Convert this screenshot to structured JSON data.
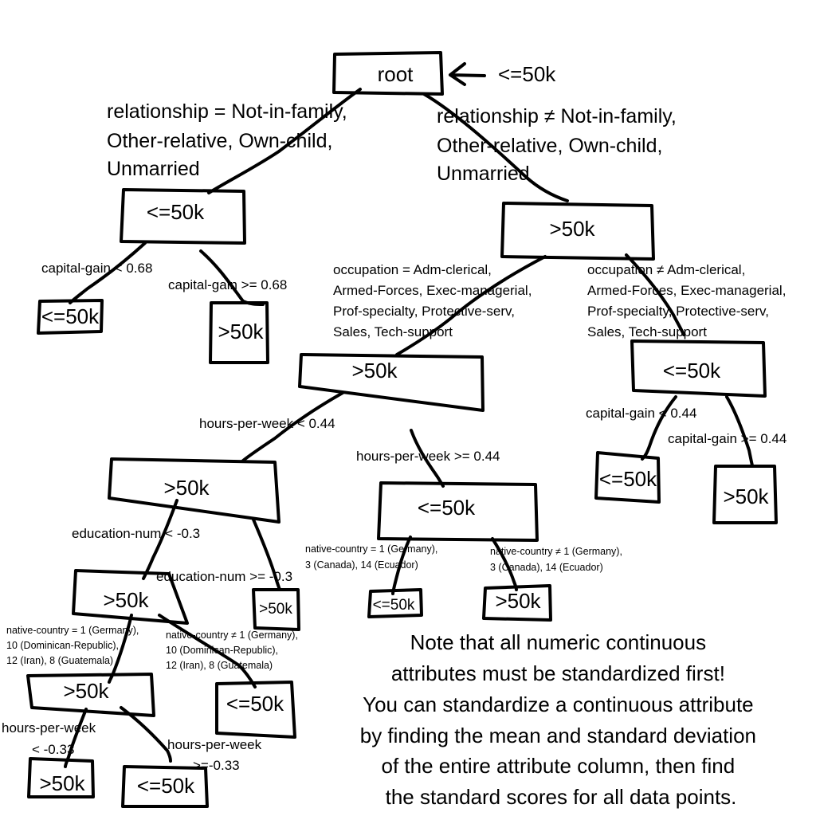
{
  "root": {
    "label": "root",
    "arrow_label": "<=50k"
  },
  "n_left": {
    "condition": [
      "relationship = Not-in-family,",
      "Other-relative, Own-child,",
      "Unmarried"
    ],
    "label": "<=50k"
  },
  "n_left_left": {
    "condition": "capital-gain < 0.68",
    "label": "<=50k"
  },
  "n_left_right": {
    "condition": "capital-gain >= 0.68",
    "label": ">50k"
  },
  "n_right": {
    "condition": [
      "relationship ≠ Not-in-family,",
      "Other-relative, Own-child,",
      "Unmarried"
    ],
    "label": ">50k"
  },
  "n_occ_in": {
    "condition": [
      "occupation = Adm-clerical,",
      "Armed-Forces, Exec-managerial,",
      "Prof-specialty, Protective-serv,",
      "Sales, Tech-support"
    ],
    "label": ">50k"
  },
  "n_occ_out": {
    "condition": [
      "occupation ≠ Adm-clerical,",
      "Armed-Forces, Exec-managerial,",
      "Prof-specialty, Protective-serv,",
      "Sales, Tech-support"
    ],
    "label": "<=50k"
  },
  "n_occ_out_left": {
    "condition": "capital-gain < 0.44",
    "label": "<=50k"
  },
  "n_occ_out_right": {
    "condition": "capital-gain >= 0.44",
    "label": ">50k"
  },
  "n_hpw_low": {
    "condition": "hours-per-week < 0.44",
    "label": ">50k"
  },
  "n_hpw_high": {
    "condition": "hours-per-week >= 0.44",
    "label": "<=50k"
  },
  "n_hpw_high_left": {
    "condition": [
      "native-country = 1 (Germany),",
      "3 (Canada), 14 (Ecuador)"
    ],
    "label": "<=50k"
  },
  "n_hpw_high_right": {
    "condition": [
      "native-country ≠ 1 (Germany),",
      "3 (Canada), 14 (Ecuador)"
    ],
    "label": ">50k"
  },
  "n_edu_low": {
    "condition": "education-num < -0.3",
    "label": ">50k"
  },
  "n_edu_high": {
    "condition": "education-num >= -0.3",
    "label": ">50k"
  },
  "n_nc_in": {
    "condition": [
      "native-country = 1 (Germany),",
      "10 (Dominican-Republic),",
      "12 (Iran), 8 (Guatemala)"
    ],
    "label": ">50k"
  },
  "n_nc_out": {
    "condition": [
      "native-country ≠ 1 (Germany),",
      "10 (Dominican-Republic),",
      "12 (Iran), 8 (Guatemala)"
    ],
    "label": "<=50k"
  },
  "n_nc_in_left": {
    "condition": [
      "hours-per-week",
      "< -0.33"
    ],
    "label": ">50k"
  },
  "n_nc_in_right": {
    "condition": [
      "hours-per-week",
      ">=-0.33"
    ],
    "label": "<=50k"
  },
  "note": [
    "Note that all numeric continuous",
    "attributes must be standardized first!",
    "You can standardize a continuous attribute",
    "by finding the mean and standard deviation",
    "of the entire attribute column, then find",
    "the standard scores for all data points."
  ]
}
